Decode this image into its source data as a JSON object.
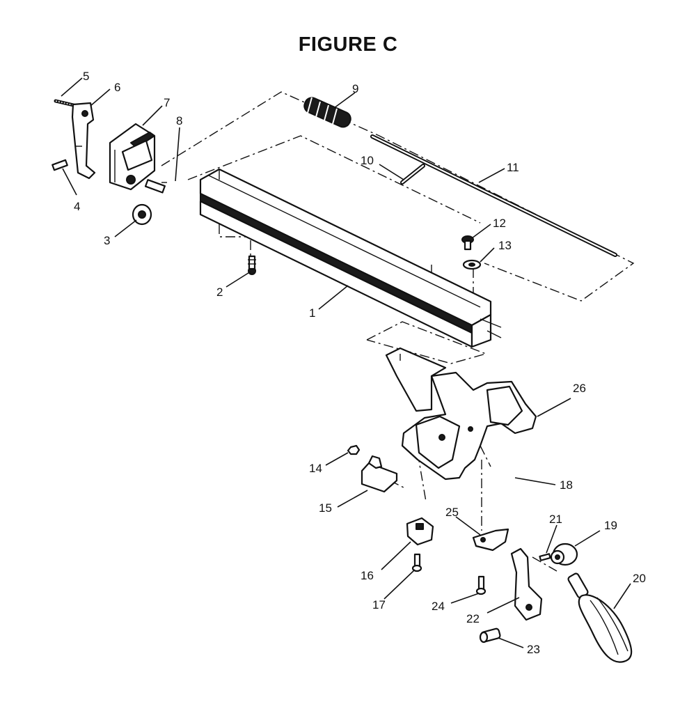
{
  "figure": {
    "title": "FIGURE C"
  },
  "callouts": [
    {
      "id": "1",
      "text": "1"
    },
    {
      "id": "2",
      "text": "2"
    },
    {
      "id": "3",
      "text": "3"
    },
    {
      "id": "4",
      "text": "4"
    },
    {
      "id": "5",
      "text": "5"
    },
    {
      "id": "6",
      "text": "6"
    },
    {
      "id": "7",
      "text": "7"
    },
    {
      "id": "8",
      "text": "8"
    },
    {
      "id": "9",
      "text": "9"
    },
    {
      "id": "10",
      "text": "10"
    },
    {
      "id": "11",
      "text": "11"
    },
    {
      "id": "12",
      "text": "12"
    },
    {
      "id": "13",
      "text": "13"
    },
    {
      "id": "14",
      "text": "14"
    },
    {
      "id": "15",
      "text": "15"
    },
    {
      "id": "16",
      "text": "16"
    },
    {
      "id": "17",
      "text": "17"
    },
    {
      "id": "18",
      "text": "18"
    },
    {
      "id": "19",
      "text": "19"
    },
    {
      "id": "20",
      "text": "20"
    },
    {
      "id": "21",
      "text": "21"
    },
    {
      "id": "22",
      "text": "22"
    },
    {
      "id": "23",
      "text": "23"
    },
    {
      "id": "24",
      "text": "24"
    },
    {
      "id": "25",
      "text": "25"
    },
    {
      "id": "26",
      "text": "26"
    }
  ]
}
